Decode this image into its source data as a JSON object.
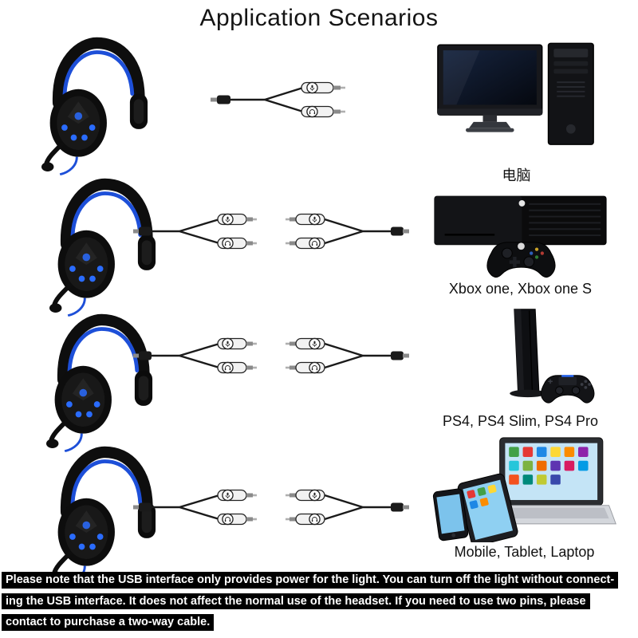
{
  "title": "Application Scenarios",
  "rows": [
    {
      "device_icon": "desktop-computer",
      "label": "电脑"
    },
    {
      "device_icon": "xbox-console",
      "label": "Xbox one, Xbox one S"
    },
    {
      "device_icon": "ps4-console",
      "label": "PS4, PS4 Slim, PS4 Pro"
    },
    {
      "device_icon": "mobile-tablet-laptop",
      "label": "Mobile, Tablet, Laptop"
    }
  ],
  "cables": {
    "row1": "y-splitter-single-to-dual",
    "rows2to4": "dual-jack-to-single-combiner"
  },
  "footer": {
    "lines": [
      "Please note that the USB interface only provides power for the light. You can turn off the light without connect-",
      "ing the USB interface. It does not affect the normal use of the headset. If you need to use two pins, please",
      "contact to purchase a two-way cable."
    ]
  },
  "colors": {
    "led_blue": "#2a6cff",
    "headband_blue": "#1d4fd8",
    "note_bg": "#000000",
    "note_text": "#ffffff",
    "title_color": "#141414"
  }
}
